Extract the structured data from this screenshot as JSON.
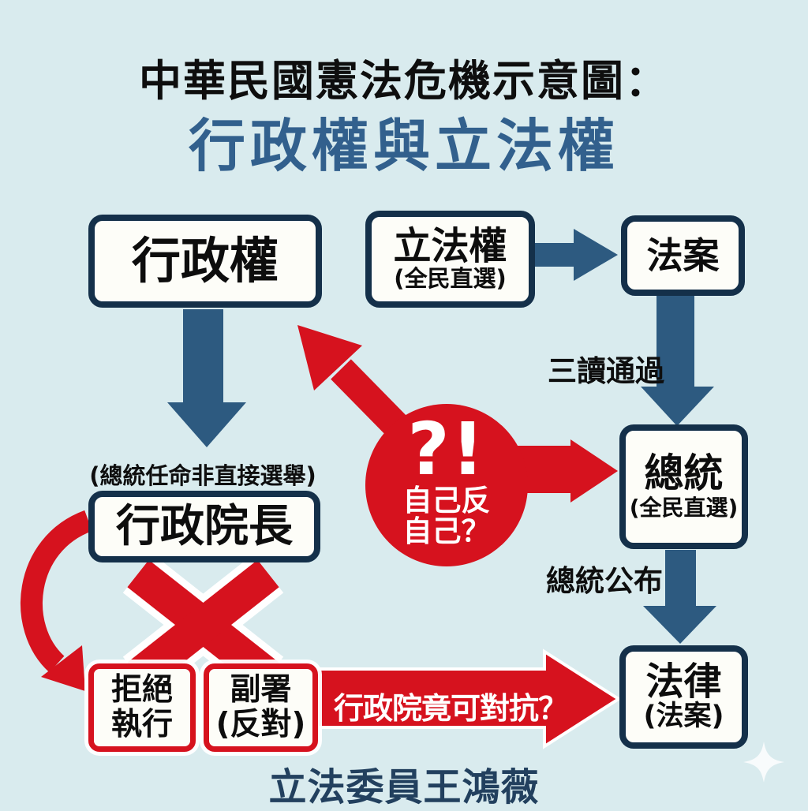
{
  "title": {
    "line1": "中華民國憲法危機示意圖：",
    "line2": "行政權與立法權"
  },
  "nodes": {
    "executive_power": {
      "label": "行政權"
    },
    "legislative_power": {
      "label": "立法權",
      "sub": "(全民直選)"
    },
    "bill": {
      "label": "法案"
    },
    "president": {
      "label": "總統",
      "sub": "(全民直選)"
    },
    "premier": {
      "label": "行政院長"
    },
    "law": {
      "label": "法律",
      "sub": "(法案)"
    },
    "refuse_execute": {
      "line1": "拒絕",
      "line2": "執行"
    },
    "countersign": {
      "line1": "副署",
      "line2": "(反對)"
    }
  },
  "annotations": {
    "premier_note": "(總統任命非直接選舉)",
    "third_reading_passed": "三讀通過",
    "president_promulgates": "總統公布",
    "crisis_mark": "?!",
    "crisis_line1": "自己反",
    "crisis_line2": "自己？",
    "resist_question": "行政院竟可對抗？",
    "credit": "立法委員王鴻薇"
  },
  "colors": {
    "background": "#d9ebee",
    "box_border_navy": "#14304a",
    "arrow_blue": "#2d5a80",
    "title_blue": "#32608d",
    "alert_red": "#d6121e",
    "box_fill": "#fdfdf8",
    "credit_navy": "#22405e"
  }
}
